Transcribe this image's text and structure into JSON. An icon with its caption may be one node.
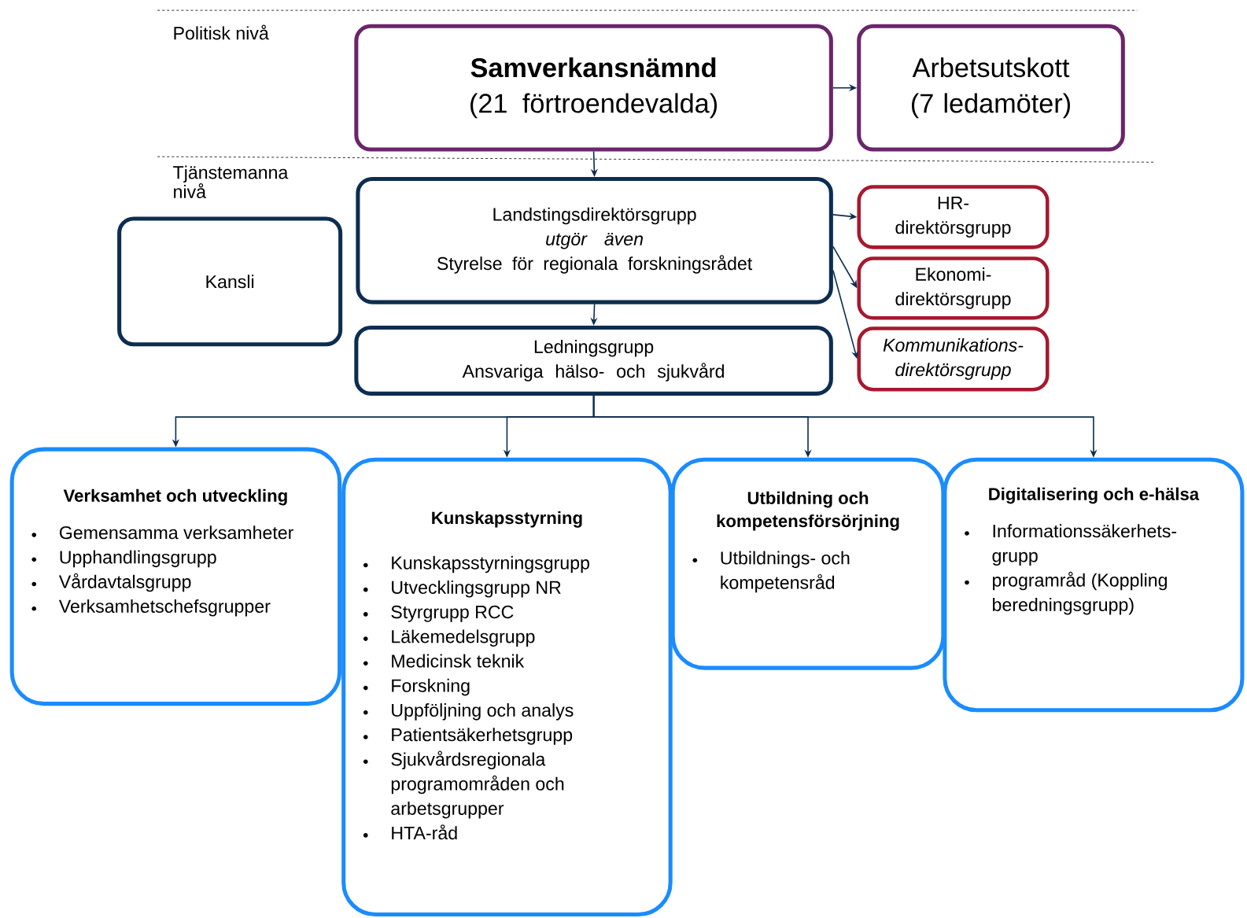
{
  "diagram": {
    "nodes": [
      {
        "text": [
          "Samverkansnämnd",
          "(21 förtroendevalda)"
        ]
      },
      {
        "text": [
          "Arbetsutskott (7 ledamöter)"
        ]
      },
      {
        "text": [
          "Kansli"
        ]
      },
      {
        "text": [
          "Landstingsdirektörsgrupp",
          "utgör även",
          "Styrelse för regionala forskningsrådet"
        ]
      },
      {
        "text": [
          "HR-direktörsgrupp"
        ]
      },
      {
        "text": [
          "Ekonomi-direktörsgrupp"
        ]
      },
      {
        "text": [
          "Kommunikations-direktörsgrupp"
        ]
      },
      {
        "text": [
          "Ledningsgrupp",
          "Ansvariga hälso- och sjukvård"
        ]
      },
      {
        "text": [
          "Verksamhet och utveckling",
          "Gemensamma verksamheter",
          "Upphandlingsgrupp",
          "Vårdavtalsgrupp",
          "Verksamhetschefsgrupper"
        ]
      },
      {
        "text": [
          "Kunskapsstyrning",
          "Kunskapsstyrningsgrupp",
          "Utvecklingsgrupp NR",
          "Styrgrupp RCC",
          "Läkemedelsgrupp",
          "Medicinsk teknik",
          "Forskning",
          "Uppföljning och analys",
          "Patientsäkerhetsgrupp",
          "Sjukvårdsregionala programområden och arbetsgrupper",
          "HTA-råd"
        ]
      },
      {
        "text": [
          "Utbildning och kompetensförsörjning",
          "Utbildnings- och kompetensråd"
        ]
      },
      {
        "text": [
          "Digitalisering och e-hälsa",
          "Informationssäkerhets-grupp",
          "programråd (Koppling beredningsgrupp)"
        ]
      }
    ],
    "edges": [
      {
        "from": 0,
        "to": 1,
        "arrow": "to"
      },
      {
        "from": 0,
        "to": 3,
        "arrow": "to"
      },
      {
        "from": 3,
        "to": 4,
        "arrow": "to"
      },
      {
        "from": 3,
        "to": 5,
        "arrow": "to"
      },
      {
        "from": 3,
        "to": 6,
        "arrow": "to"
      },
      {
        "from": 3,
        "to": 7,
        "arrow": "to"
      },
      {
        "from": 7,
        "to": 8,
        "arrow": "to"
      },
      {
        "from": 7,
        "to": 9,
        "arrow": "to"
      },
      {
        "from": 7,
        "to": 10,
        "arrow": "to"
      },
      {
        "from": 7,
        "to": 11,
        "arrow": "to"
      }
    ],
    "labels": [
      "Politisk nivå",
      "Tjänstemanna nivå"
    ]
  }
}
